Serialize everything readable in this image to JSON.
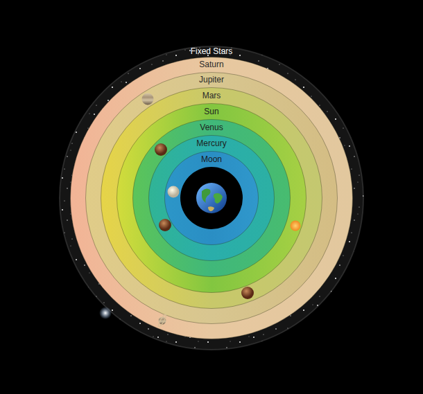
{
  "diagram": {
    "nodes": [
      {
        "text": [
          "Fixed Stars"
        ]
      },
      {
        "text": [
          "Saturn"
        ],
        "in": 0
      },
      {
        "text": [
          "Jupiter"
        ],
        "in": 1
      },
      {
        "text": [
          "Mars"
        ],
        "in": 2
      },
      {
        "text": [
          "Sun"
        ],
        "in": 3
      },
      {
        "text": [
          "Venus"
        ],
        "in": 4
      },
      {
        "text": [
          "Mercury"
        ],
        "in": 5
      },
      {
        "text": [
          "Moon"
        ],
        "in": 6
      }
    ]
  }
}
